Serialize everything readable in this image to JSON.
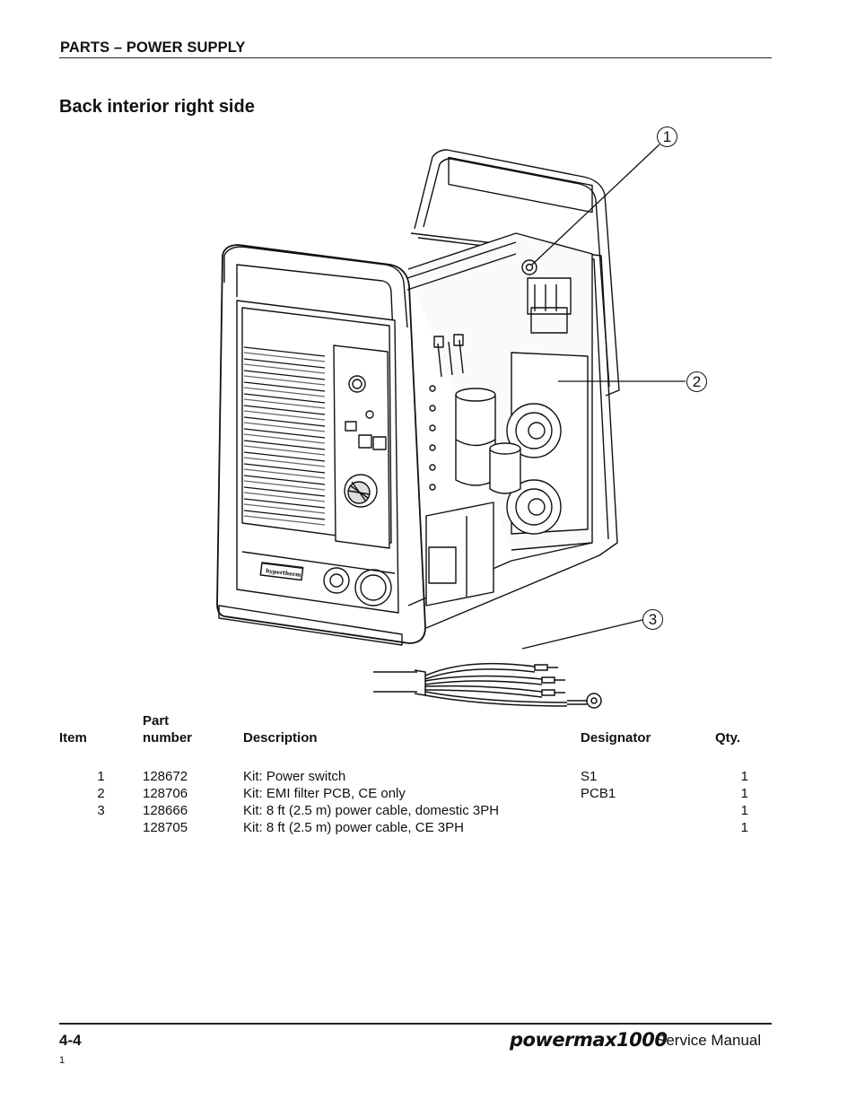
{
  "header": {
    "section": "PARTS – POWER SUPPLY"
  },
  "title": "Back interior right side",
  "figure": {
    "callouts": [
      "1",
      "2",
      "3"
    ],
    "brand_label": "hypertherm"
  },
  "table": {
    "headers": {
      "item": "Item",
      "part_line1": "Part",
      "part_line2": "number",
      "description": "Description",
      "designator": "Designator",
      "qty": "Qty."
    },
    "rows": [
      {
        "item": "1",
        "part": "128672",
        "description": "Kit: Power switch",
        "designator": "S1",
        "qty": "1"
      },
      {
        "item": "2",
        "part": "128706",
        "description": "Kit: EMI filter PCB, CE only",
        "designator": "PCB1",
        "qty": "1"
      },
      {
        "item": "3",
        "part": "128666",
        "description": "Kit: 8 ft (2.5 m) power cable, domestic 3PH",
        "designator": "",
        "qty": "1"
      },
      {
        "item": "",
        "part": "128705",
        "description": "Kit: 8 ft (2.5 m) power cable, CE 3PH",
        "designator": "",
        "qty": "1"
      }
    ]
  },
  "footer": {
    "page": "4-4",
    "note": "1",
    "brand": "powermax1000",
    "manual": "Service Manual"
  }
}
